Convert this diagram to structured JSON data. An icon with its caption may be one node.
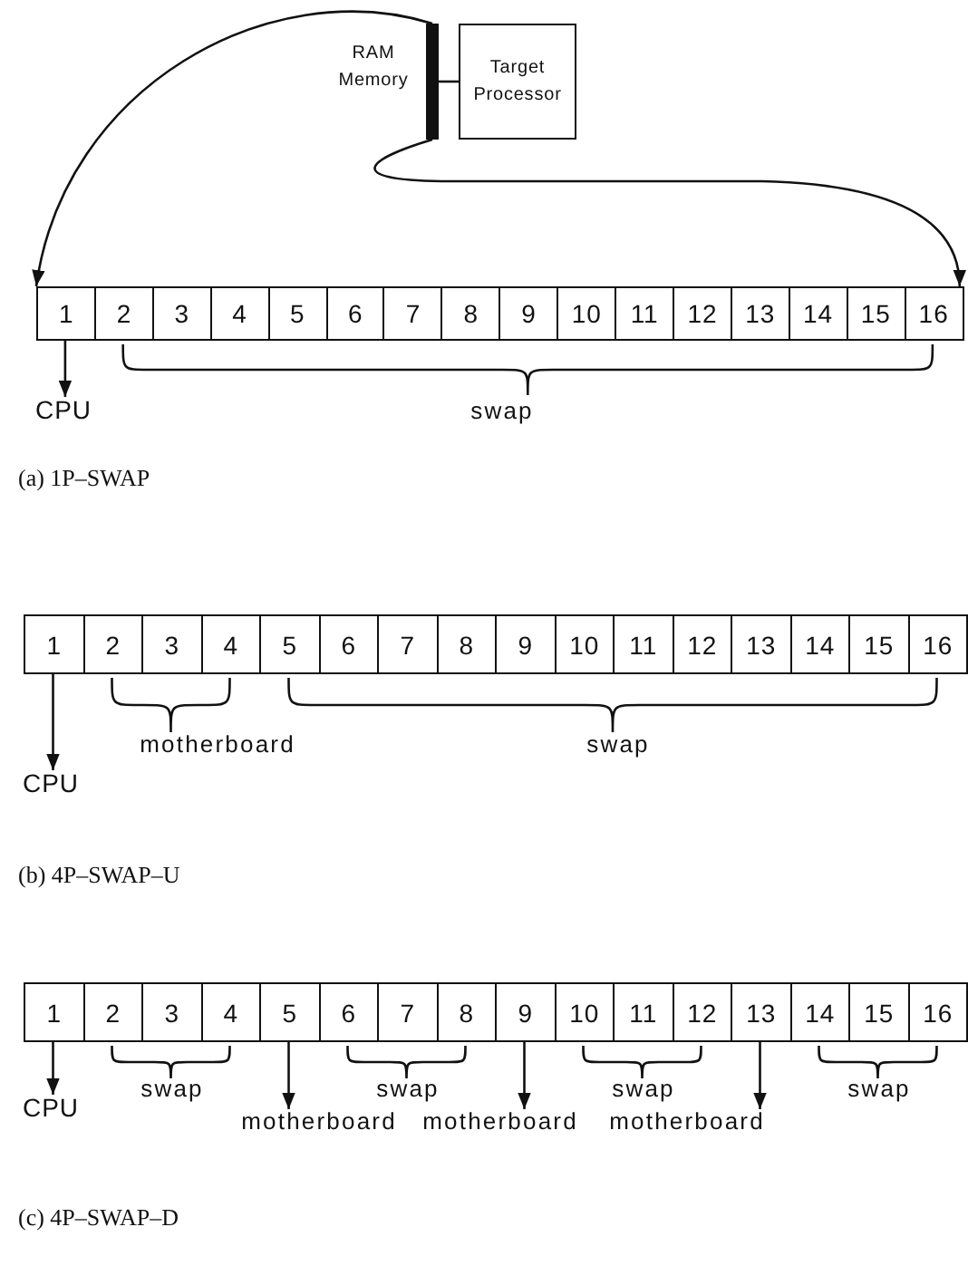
{
  "diagram": {
    "nodes": [
      {
        "text": [],
        "shape": "bar",
        "beside": [
          "RAM Memory"
        ]
      },
      {
        "text": [
          "Target Processor"
        ]
      },
      {
        "text": [
          "1"
        ]
      },
      {
        "text": [
          "2"
        ]
      },
      {
        "text": [
          "3"
        ]
      },
      {
        "text": [
          "4"
        ]
      },
      {
        "text": [
          "5"
        ]
      },
      {
        "text": [
          "6"
        ]
      },
      {
        "text": [
          "7"
        ]
      },
      {
        "text": [
          "8"
        ]
      },
      {
        "text": [
          "9"
        ]
      },
      {
        "text": [
          "10"
        ]
      },
      {
        "text": [
          "11"
        ]
      },
      {
        "text": [
          "12"
        ]
      },
      {
        "text": [
          "13"
        ]
      },
      {
        "text": [
          "14"
        ]
      },
      {
        "text": [
          "15"
        ]
      },
      {
        "text": [
          "16"
        ]
      },
      {
        "text": [
          "CPU"
        ]
      },
      {
        "text": [
          "1"
        ]
      },
      {
        "text": [
          "2"
        ]
      },
      {
        "text": [
          "3"
        ]
      },
      {
        "text": [
          "4"
        ]
      },
      {
        "text": [
          "5"
        ]
      },
      {
        "text": [
          "6"
        ]
      },
      {
        "text": [
          "7"
        ]
      },
      {
        "text": [
          "8"
        ]
      },
      {
        "text": [
          "9"
        ]
      },
      {
        "text": [
          "10"
        ]
      },
      {
        "text": [
          "11"
        ]
      },
      {
        "text": [
          "12"
        ]
      },
      {
        "text": [
          "13"
        ]
      },
      {
        "text": [
          "14"
        ]
      },
      {
        "text": [
          "15"
        ]
      },
      {
        "text": [
          "16"
        ]
      },
      {
        "text": [
          "CPU"
        ]
      },
      {
        "text": [
          "1"
        ]
      },
      {
        "text": [
          "2"
        ]
      },
      {
        "text": [
          "3"
        ]
      },
      {
        "text": [
          "4"
        ]
      },
      {
        "text": [
          "5"
        ]
      },
      {
        "text": [
          "6"
        ]
      },
      {
        "text": [
          "7"
        ]
      },
      {
        "text": [
          "8"
        ]
      },
      {
        "text": [
          "9"
        ]
      },
      {
        "text": [
          "10"
        ]
      },
      {
        "text": [
          "11"
        ]
      },
      {
        "text": [
          "12"
        ]
      },
      {
        "text": [
          "13"
        ]
      },
      {
        "text": [
          "14"
        ]
      },
      {
        "text": [
          "15"
        ]
      },
      {
        "text": [
          "16"
        ]
      },
      {
        "text": [
          "CPU"
        ]
      },
      {
        "text": [
          "motherboard"
        ]
      },
      {
        "text": [
          "motherboard"
        ]
      },
      {
        "text": [
          "motherboard"
        ]
      }
    ],
    "edges": [
      {
        "from": 0,
        "to": 1,
        "arrow": "none"
      },
      {
        "from": 0,
        "to": 2,
        "arrow": "to"
      },
      {
        "from": 0,
        "to": 17,
        "arrow": "to"
      },
      {
        "from": 2,
        "to": 18,
        "arrow": "to"
      },
      {
        "from": 19,
        "to": 35,
        "arrow": "to"
      },
      {
        "from": 36,
        "to": 52,
        "arrow": "to"
      },
      {
        "from": 40,
        "to": 53,
        "arrow": "to"
      },
      {
        "from": 44,
        "to": 54,
        "arrow": "to"
      },
      {
        "from": 48,
        "to": 55,
        "arrow": "to"
      }
    ],
    "labels": [
      "swap",
      "(a) 1P–SWAP",
      "motherboard",
      "swap",
      "(b) 4P–SWAP–U",
      "swap",
      "swap",
      "swap",
      "swap",
      "(c) 4P–SWAP–D"
    ]
  }
}
